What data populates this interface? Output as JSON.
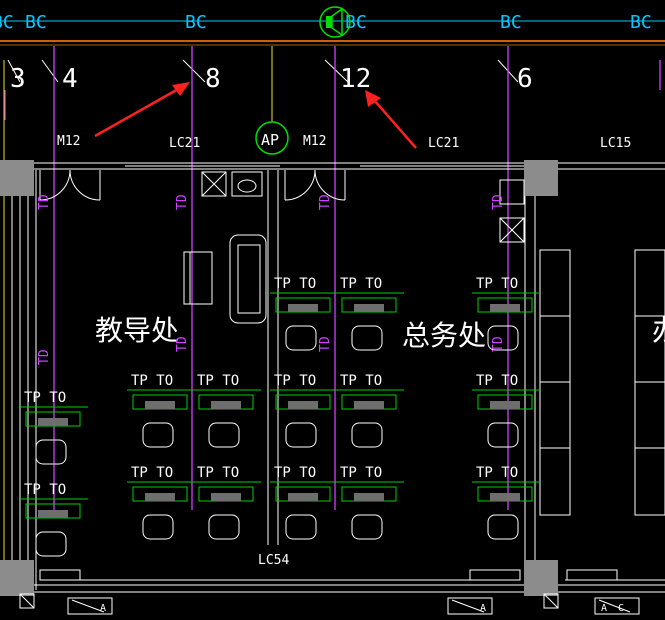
{
  "colors": {
    "background": "#000000",
    "walls": "#ffffff",
    "grid_line": "#e08000",
    "grid_line_top": "#d06000",
    "network_cable": "#d040ff",
    "furniture_outline": "#00d000",
    "annotation_arrow": "#ff2020",
    "cyan_marker": "#00c8ff",
    "yellow_line": "#e8e020",
    "column": "#8c8c8c",
    "desk_fill": "#6e6e6e"
  },
  "top_bar": {
    "markers": [
      "BC",
      "BC",
      "BC",
      "BC",
      "BC",
      "BC"
    ],
    "speaker_icon": "speaker-icon"
  },
  "axis_labels": [
    "3",
    "4",
    "8",
    "12",
    "6"
  ],
  "door_labels": {
    "door1": "M12",
    "door2": "M12"
  },
  "window_labels": {
    "w1": "LC21",
    "w2": "LC21",
    "w3": "LC15",
    "w4": "LC54"
  },
  "access_point": "AP",
  "rooms": {
    "left": "教导处",
    "middle": "总务处",
    "right_partial": "办"
  },
  "outlet_labels": {
    "tp": "TP",
    "to": "TO",
    "td": "TD"
  },
  "footer_marks": [
    "A",
    "A",
    "A",
    "C"
  ]
}
